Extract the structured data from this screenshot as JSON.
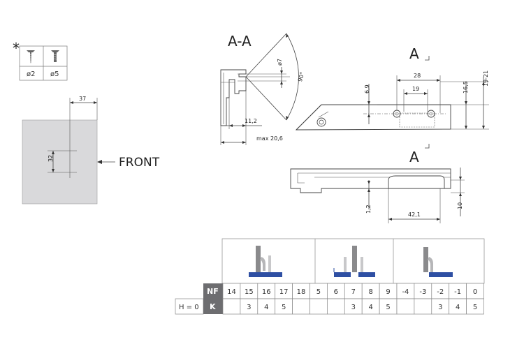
{
  "screw_table": {
    "asterisk": "*",
    "labels": [
      "ø2",
      "ø5"
    ],
    "icons": [
      "wood-screw-icon",
      "euro-screw-icon"
    ]
  },
  "plate_view": {
    "dim_width": "37",
    "dim_height": "32",
    "front_label": "FRONT"
  },
  "section_aa": {
    "title": "A-A",
    "dim_diameter": "ø7",
    "dim_angle": "90°",
    "dim_offset": "11,2",
    "dim_max": "max 20,6"
  },
  "side_view": {
    "section_marker": "A",
    "dim_28": "28",
    "dim_19": "19",
    "dim_6_9": "6,9",
    "dim_16_5": "16,5",
    "dim_19_21": "19-21"
  },
  "bottom_view": {
    "section_marker": "A",
    "dim_1_2": "1,2",
    "dim_42_1": "42,1",
    "dim_10": "10"
  },
  "overlay_table": {
    "row_h_label": "H = 0",
    "nf_label": "NF",
    "k_label": "K",
    "nf_values": [
      "14",
      "15",
      "16",
      "17",
      "18",
      "5",
      "6",
      "7",
      "8",
      "9",
      "-4",
      "-3",
      "-2",
      "-1",
      "0"
    ],
    "k_values": [
      "",
      "3",
      "4",
      "5",
      "",
      "",
      "",
      "3",
      "4",
      "5",
      "",
      "",
      "3",
      "4",
      "5"
    ],
    "diagram_icons": [
      "full-overlay-hinge-icon",
      "half-overlay-hinge-icon",
      "inset-hinge-icon"
    ],
    "colors": {
      "header_fill": "#6d6d70",
      "panel_blue": "#2e4fa3",
      "panel_gray": "#8a8a8c",
      "plate_gray": "#d9d9db"
    }
  }
}
